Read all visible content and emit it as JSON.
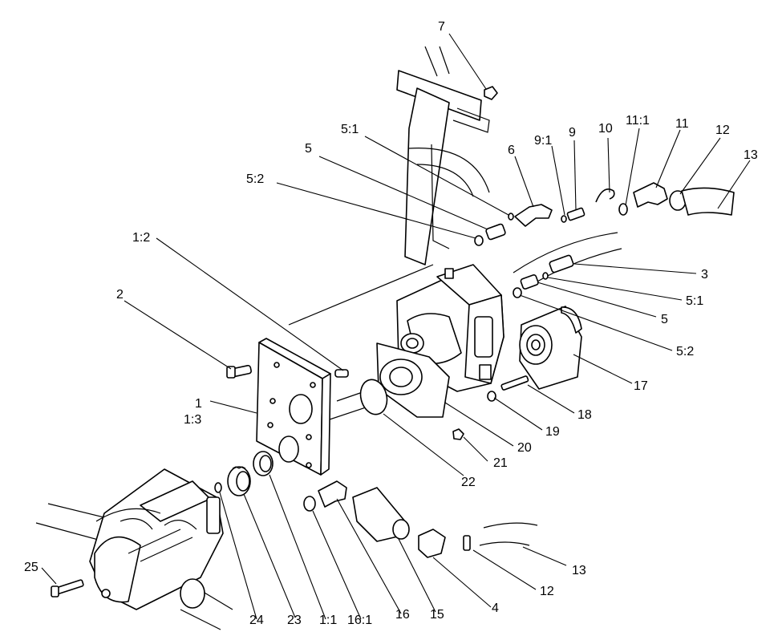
{
  "callouts": {
    "c7": "7",
    "c5_1_top": "5:1",
    "c5_top": "5",
    "c5_2_top": "5:2",
    "c6": "6",
    "c9_1": "9:1",
    "c9": "9",
    "c10": "10",
    "c11_1": "11:1",
    "c11": "11",
    "c12_top": "12",
    "c13_top": "13",
    "c3": "3",
    "c5_1_right": "5:1",
    "c5_right": "5",
    "c5_2_right": "5:2",
    "c17": "17",
    "c18": "18",
    "c19": "19",
    "c20": "20",
    "c21": "21",
    "c22": "22",
    "c1_2": "1:2",
    "c2": "2",
    "c1": "1",
    "c1_3": "1:3",
    "c13_bottom": "13",
    "c12_bottom": "12",
    "c4": "4",
    "c15": "15",
    "c16": "16",
    "c16_1": "16:1",
    "c1_1": "1:1",
    "c23": "23",
    "c24": "24",
    "c25": "25"
  }
}
